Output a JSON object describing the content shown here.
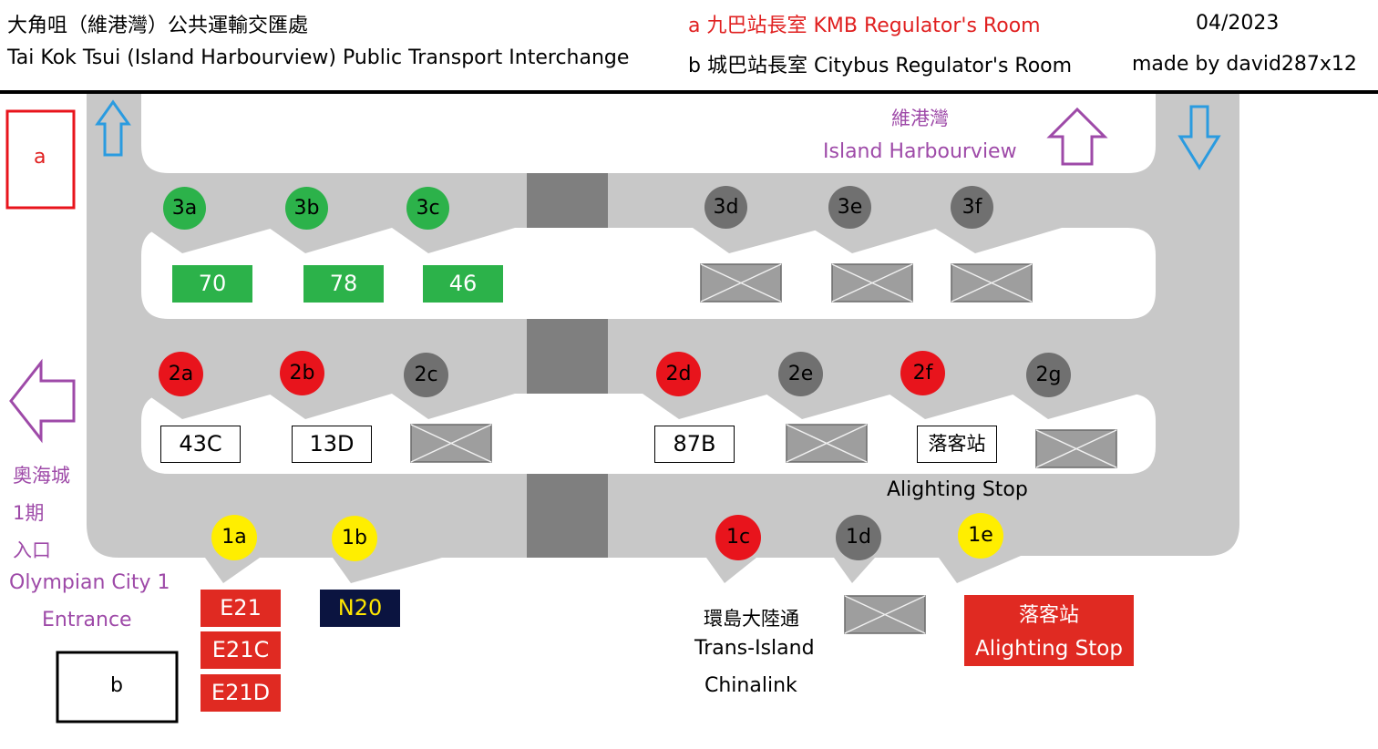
{
  "header": {
    "title_zh": "大角咀（維港灣）公共運輸交匯處",
    "title_en": "Tai Kok Tsui (Island Harbourview) Public Transport Interchange",
    "legend_a": "a 九巴站長室 KMB Regulator's Room",
    "legend_b": "b 城巴站長室 Citybus Regulator's Room",
    "date": "04/2023",
    "credit": "made by david287x12"
  },
  "rooms": {
    "a": "a",
    "b": "b"
  },
  "labels": {
    "harbourview_zh": "維港灣",
    "harbourview_en": "Island Harbourview",
    "olympian_zh1": "奧海城",
    "olympian_zh2": "1期",
    "olympian_zh3": "入口",
    "olympian_en1": "Olympian City 1",
    "olympian_en2": "Entrance",
    "alighting_en_mid": "Alighting Stop",
    "transisland_zh": "環島大陸通",
    "transisland_en1": "Trans-Island",
    "transisland_en2": "Chinalink"
  },
  "colors": {
    "green": "#2cb24a",
    "red": "#e8141c",
    "grey": "#707070",
    "yellow": "#ffee00",
    "platform": "#c8c8c8",
    "divider": "#7f7f7f",
    "arrow_blue": "#2a9be0",
    "arrow_purple": "#9e4aa8"
  },
  "stops": {
    "s3a": "3a",
    "s3b": "3b",
    "s3c": "3c",
    "s3d": "3d",
    "s3e": "3e",
    "s3f": "3f",
    "s2a": "2a",
    "s2b": "2b",
    "s2c": "2c",
    "s2d": "2d",
    "s2e": "2e",
    "s2f": "2f",
    "s2g": "2g",
    "s1a": "1a",
    "s1b": "1b",
    "s1c": "1c",
    "s1d": "1d",
    "s1e": "1e"
  },
  "routes": {
    "r3a": "70",
    "r3b": "78",
    "r3c": "46",
    "r2a": "43C",
    "r2b": "13D",
    "r2d": "87B",
    "r2f": "落客站",
    "r1a_1": "E21",
    "r1a_2": "E21C",
    "r1a_3": "E21D",
    "r1b": "N20",
    "r1e_zh": "落客站",
    "r1e_en": "Alighting Stop"
  },
  "icons": {
    "up_arrow_left": "up-arrow-icon",
    "down_arrow_right": "down-arrow-icon",
    "up_arrow_purple": "up-arrow-icon",
    "left_arrow_purple": "left-arrow-icon",
    "unused_bay": "crossed-box-icon"
  }
}
